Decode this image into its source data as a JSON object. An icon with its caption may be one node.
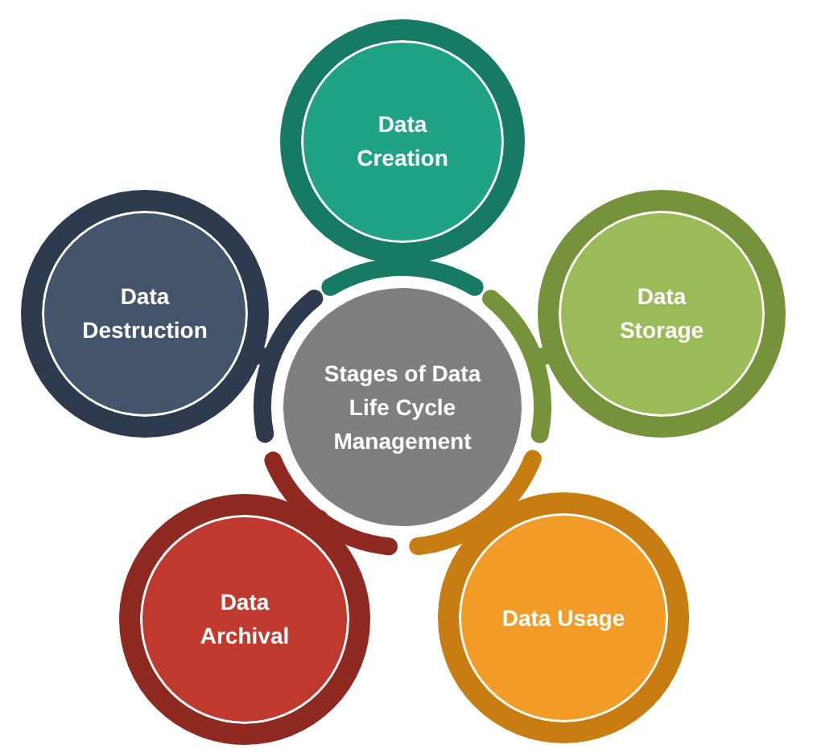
{
  "diagram": {
    "nodes": [
      {
        "text": [
          "Stages of Data Life Cycle Management"
        ]
      },
      {
        "text": [
          "Data Creation"
        ]
      },
      {
        "text": [
          "Data Storage"
        ]
      },
      {
        "text": [
          "Data Usage"
        ]
      },
      {
        "text": [
          "Data Archival"
        ]
      },
      {
        "text": [
          "Data Destruction"
        ]
      }
    ],
    "edges": [
      {
        "from": 1,
        "to": 0,
        "arrow": "none",
        "color": "#167a64"
      },
      {
        "from": 2,
        "to": 0,
        "arrow": "none",
        "color": "#76933c"
      },
      {
        "from": 3,
        "to": 0,
        "arrow": "none",
        "color": "#c77d12"
      },
      {
        "from": 4,
        "to": 0,
        "arrow": "none",
        "color": "#8f2a22"
      },
      {
        "from": 5,
        "to": 0,
        "arrow": "none",
        "color": "#2e3b4e"
      }
    ]
  }
}
